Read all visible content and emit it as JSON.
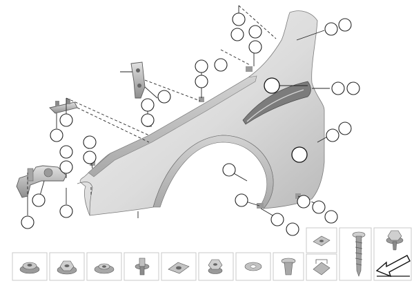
{
  "diagram": {
    "main_part": "front-fender",
    "colors": {
      "fender_light": "#e6e6e6",
      "fender_mid": "#cfcfcf",
      "fender_dark": "#a9a9a9",
      "hardware": "#bdbdbd",
      "outline": "#222222",
      "tile_border": "#c8c8c8"
    },
    "callouts_on_diagram": 34,
    "hardware_tiles": [
      {
        "id": "collar-nut",
        "icon": "collar-nut-icon"
      },
      {
        "id": "hex-flange-nut",
        "icon": "hex-nut-icon"
      },
      {
        "id": "spacer-nut",
        "icon": "spacer-nut-icon"
      },
      {
        "id": "expanding-rivet",
        "icon": "rivet-icon"
      },
      {
        "id": "square-clip-nut",
        "icon": "square-nut-icon"
      },
      {
        "id": "hex-collar-nut",
        "icon": "hex-collar-nut-icon"
      },
      {
        "id": "washer",
        "icon": "washer-icon"
      },
      {
        "id": "plastic-rivet",
        "icon": "plastic-rivet-icon"
      },
      {
        "id": "speed-nut-pair",
        "icon": "speed-nut-icon"
      },
      {
        "id": "self-tapping-screw",
        "icon": "screw-icon"
      },
      {
        "id": "hex-screw-washer",
        "icon": "hex-screw-icon"
      }
    ]
  }
}
